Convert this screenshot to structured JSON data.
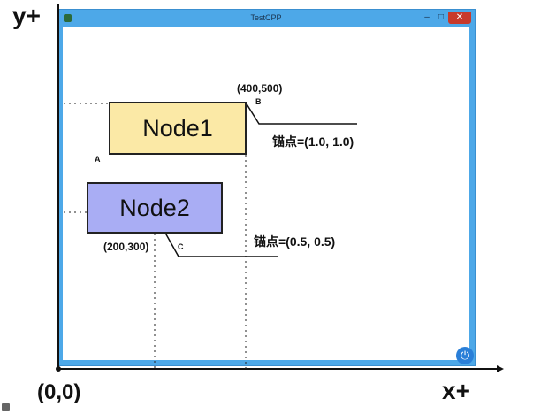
{
  "window": {
    "title": "TestCPP",
    "minimize_glyph": "–",
    "maximize_glyph": "□",
    "close_glyph": "✕",
    "power_glyph": "⏻"
  },
  "axes": {
    "y_label": "y+",
    "x_label": "x+",
    "origin_label": "(0,0)"
  },
  "nodes": {
    "node1": {
      "label": "Node1",
      "color": "#fbe9a6"
    },
    "node2": {
      "label": "Node2",
      "color": "#a9adf4"
    }
  },
  "annotations": {
    "coord_top_right": "(400,500)",
    "coord_bottom_left": "(200,300)",
    "point_a": "A",
    "point_b": "B",
    "point_c": "C",
    "anchor_node1": "锚点=(1.0, 1.0)",
    "anchor_node2": "锚点=(0.5, 0.5)"
  }
}
